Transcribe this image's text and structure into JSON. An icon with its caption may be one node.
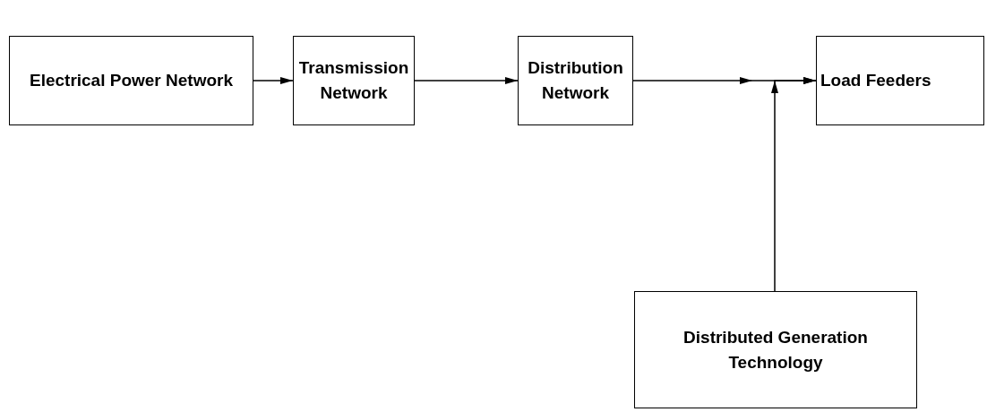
{
  "diagram": {
    "nodes": [
      {
        "text": [
          "Electrical Power Network"
        ]
      },
      {
        "text": [
          "Transmission Network"
        ]
      },
      {
        "text": [
          "Distribution Network"
        ]
      },
      {
        "text": [
          "Load Feeders"
        ]
      },
      {
        "text": [
          "Distributed Generation Technology"
        ]
      }
    ],
    "edges": [
      {
        "from": 0,
        "to": 1,
        "arrow": "to"
      },
      {
        "from": 1,
        "to": 2,
        "arrow": "to"
      },
      {
        "from": 2,
        "to": 3,
        "arrow": "to"
      },
      {
        "from": 4,
        "to": 3,
        "arrow": "to"
      }
    ]
  }
}
